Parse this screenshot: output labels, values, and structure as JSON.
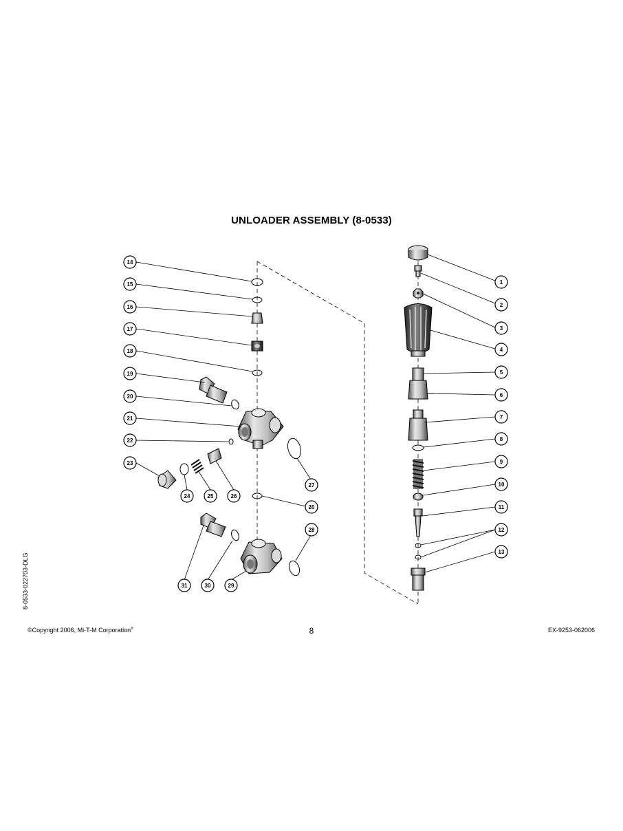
{
  "title": "UNLOADER ASSEMBLY (8-0533)",
  "side_code": "8-0533-022703-DLG",
  "footer": {
    "copyright": "©Copyright 2006, Mi-T-M Corporation",
    "registered_mark": "®",
    "page_number": "8",
    "doc_code": "EX-9253-062006"
  },
  "callouts": [
    "1",
    "2",
    "3",
    "4",
    "5",
    "6",
    "7",
    "8",
    "9",
    "10",
    "11",
    "12",
    "13",
    "14",
    "15",
    "16",
    "17",
    "18",
    "19",
    "20",
    "21",
    "22",
    "23",
    "24",
    "25",
    "26",
    "27",
    "20",
    "28",
    "29",
    "30",
    "31"
  ]
}
